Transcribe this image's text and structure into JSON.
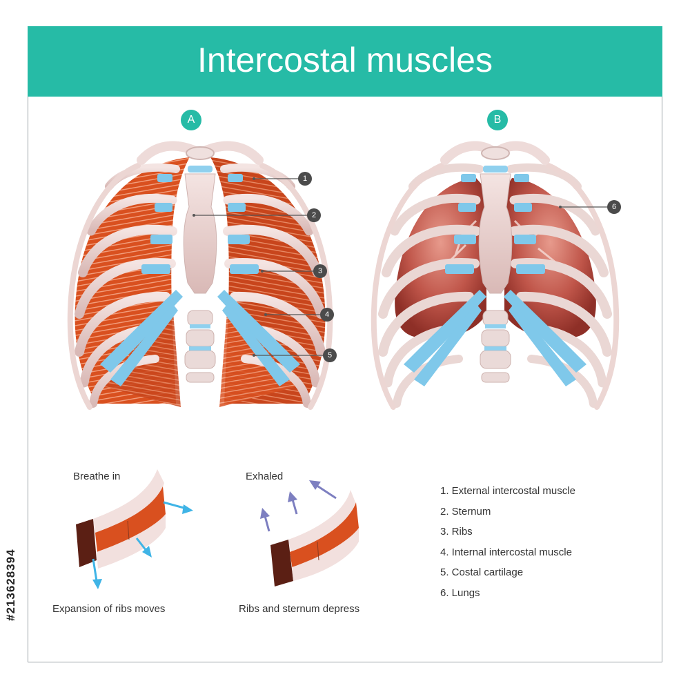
{
  "title": "Intercostal muscles",
  "panels": [
    {
      "badge": "A",
      "callouts": [
        "1",
        "2",
        "3",
        "4",
        "5"
      ]
    },
    {
      "badge": "B",
      "callouts": [
        "6"
      ]
    }
  ],
  "mechanics": {
    "inhale_label": "Breathe in",
    "inhale_caption": "Expansion of ribs moves",
    "exhale_label": "Exhaled",
    "exhale_caption": "Ribs and sternum depress"
  },
  "legend": [
    "1. External intercostal muscle",
    "2. Sternum",
    "3. Ribs",
    "4. Internal intercostal muscle",
    "5. Costal cartilage",
    "6. Lungs"
  ],
  "stock_id": "#213628394",
  "colors": {
    "banner": "#26bba6",
    "bone": "#e8cfcd",
    "cartilage": "#7fc8ea",
    "muscle": "#d9501f",
    "lung": "#b94a3e",
    "arrow_in": "#3fb4e6",
    "arrow_out": "#7d7fc0",
    "callout": "#4b4b4b"
  }
}
